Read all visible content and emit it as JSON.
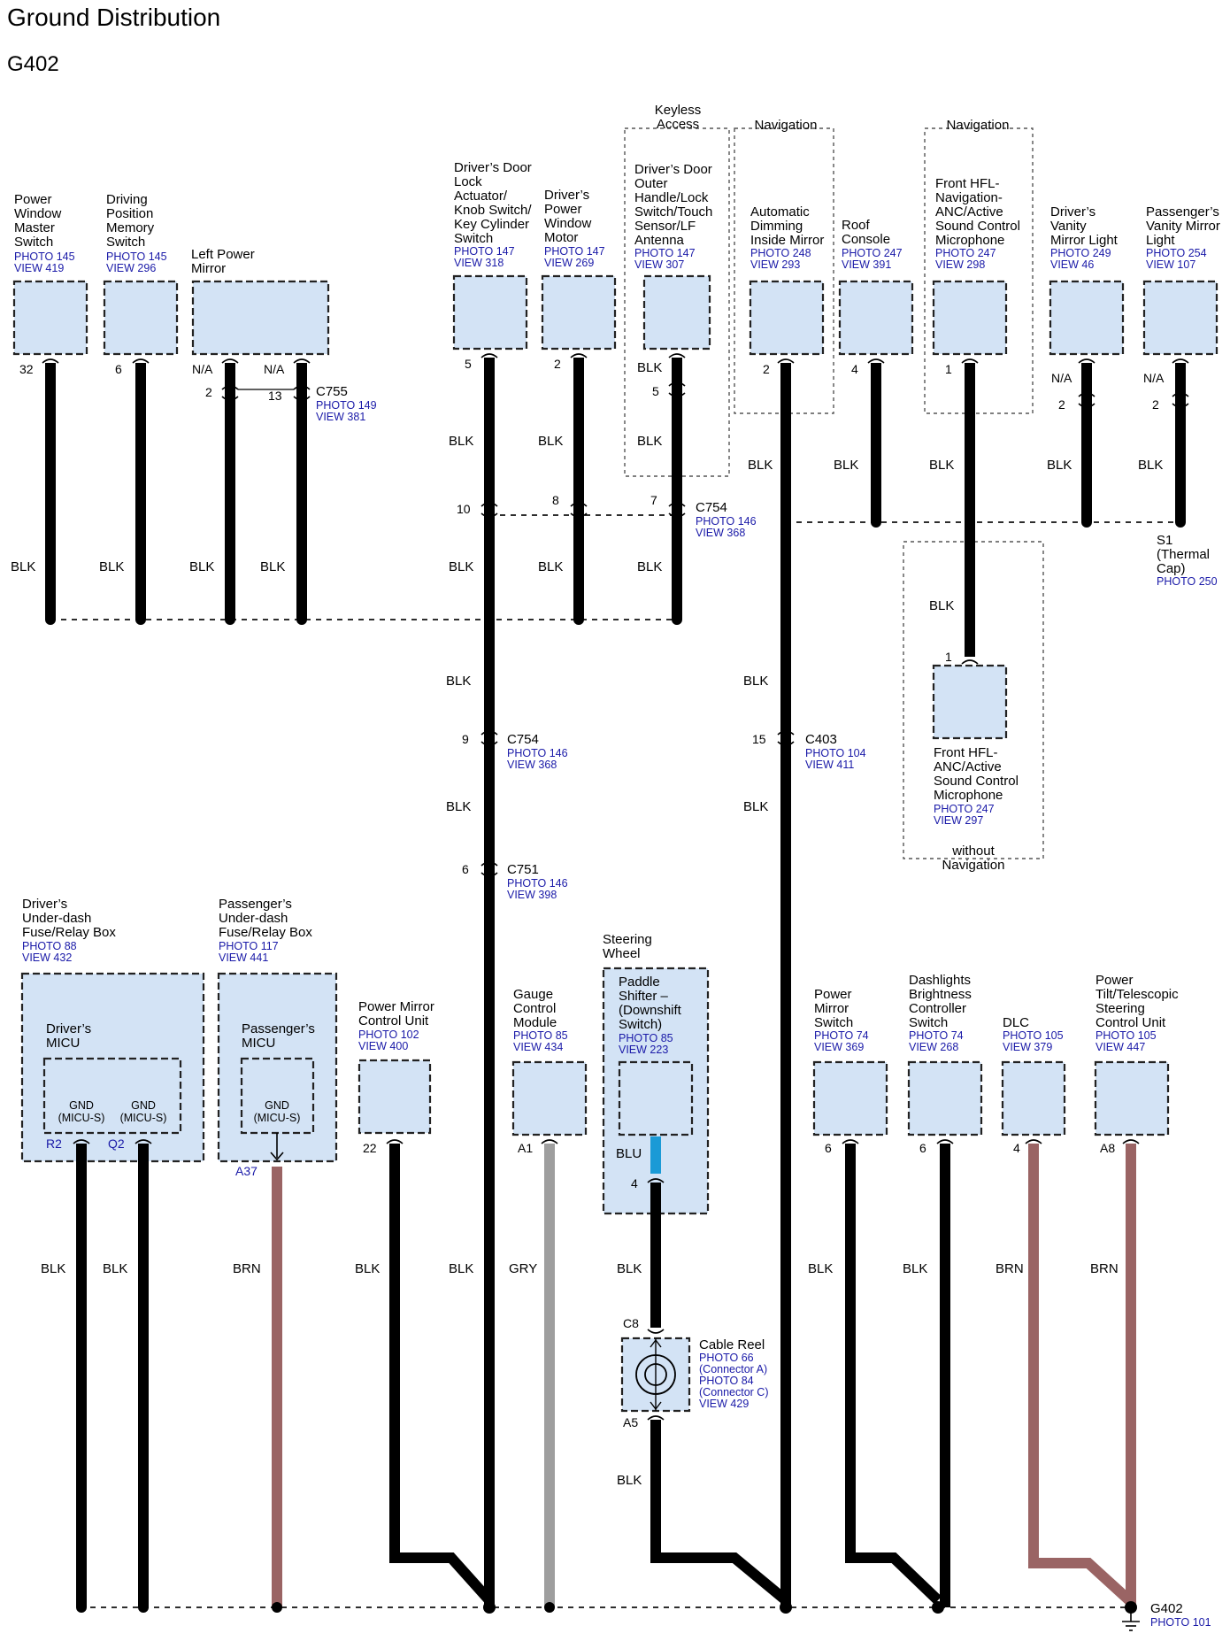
{
  "title": "Ground Distribution",
  "subtitle": "G402",
  "groups": {
    "keyless": "Keyless Access",
    "nav1": "Navigation",
    "nav2": "Navigation",
    "without_nav": "without Navigation"
  },
  "components": {
    "pwms": {
      "name": "Power Window Master Switch",
      "photo": "PHOTO 145",
      "view": "VIEW 419",
      "pin": "32",
      "wire": "BLK"
    },
    "dpms": {
      "name": "Driving Position Memory Switch",
      "photo": "PHOTO 145",
      "view": "VIEW 296",
      "pin": "6",
      "wire": "BLK"
    },
    "lpm": {
      "name": "Left Power Mirror",
      "pin_a": "N/A",
      "pin_b": "N/A",
      "wire_a": "BLK",
      "wire_b": "BLK"
    },
    "ddl": {
      "name": "Driver’s Door Lock Actuator/ Knob Switch/ Key Cylinder Switch",
      "photo": "PHOTO 147",
      "view": "VIEW 318",
      "pin": "5",
      "wire_top": "BLK",
      "wire_mid": "BLK"
    },
    "dpwm": {
      "name": "Driver’s Power Window Motor",
      "photo": "PHOTO 147",
      "view": "VIEW 269",
      "pin": "2",
      "wire_top": "BLK",
      "wire_mid": "BLK"
    },
    "ddoh": {
      "name": "Driver’s Door Outer Handle/Lock Switch/Touch Sensor/LF Antenna",
      "photo": "PHOTO 147",
      "view": "VIEW 307",
      "pin": "BLK",
      "wire_top": "BLK",
      "wire_mid": "BLK"
    },
    "adim": {
      "name": "Automatic Dimming Inside Mirror",
      "photo": "PHOTO 248",
      "view": "VIEW 293",
      "pin": "2",
      "wire": "BLK"
    },
    "roof": {
      "name": "Roof Console",
      "photo": "PHOTO 247",
      "view": "VIEW 391",
      "pin": "4",
      "wire": "BLK"
    },
    "hfl_nav": {
      "name": "Front HFL- Navigation- ANC/Active Sound Control Microphone",
      "photo": "PHOTO 247",
      "view": "VIEW 298",
      "pin": "1",
      "wire": "BLK"
    },
    "dvml": {
      "name": "Driver’s Vanity Mirror Light",
      "photo": "PHOTO 249",
      "view": "VIEW 46",
      "pin_na": "N/A",
      "pin": "2",
      "wire": "BLK"
    },
    "pvml": {
      "name": "Passenger’s Vanity Mirror Light",
      "photo": "PHOTO 254",
      "view": "VIEW 107",
      "pin_na": "N/A",
      "pin": "2",
      "wire": "BLK"
    },
    "hfl": {
      "name": "Front HFL- ANC/Active Sound Control Microphone",
      "photo": "PHOTO 247",
      "view": "VIEW 297",
      "pin": "1",
      "wire": "BLK"
    },
    "dufb": {
      "name": "Driver’s Under-dash Fuse/Relay Box",
      "photo": "PHOTO 88",
      "view": "VIEW 432",
      "micu": "Driver’s MICU",
      "gnd": "GND (MICU-S)",
      "pin_a": "R2",
      "pin_b": "Q2",
      "wire_a": "BLK",
      "wire_b": "BLK"
    },
    "pufb": {
      "name": "Passenger’s Under-dash Fuse/Relay Box",
      "photo": "PHOTO 117",
      "view": "VIEW 441",
      "micu": "Passenger’s MICU",
      "gnd": "GND (MICU-S)",
      "pin": "A37",
      "wire": "BRN"
    },
    "pmcu": {
      "name": "Power Mirror Control Unit",
      "photo": "PHOTO 102",
      "view": "VIEW 400",
      "pin": "22",
      "wire": "BLK"
    },
    "gcm": {
      "name": "Gauge Control Module",
      "photo": "PHOTO 85",
      "view": "VIEW 434",
      "pin": "A1",
      "wire": "GRY"
    },
    "sw": {
      "name": "Steering Wheel",
      "sub": "Paddle Shifter – (Downshift Switch)",
      "photo": "PHOTO 85",
      "view": "VIEW 223",
      "wire_blu": "BLU",
      "pin": "4",
      "wire": "BLK",
      "wire2": "BLK"
    },
    "cable": {
      "name": "Cable Reel",
      "photo1": "PHOTO 66",
      "conn1": "(Connector A)",
      "photo2": "PHOTO 84",
      "conn2": "(Connector C)",
      "view": "VIEW 429",
      "pin_top": "C8",
      "pin_bot": "A5"
    },
    "pms": {
      "name": "Power Mirror Switch",
      "photo": "PHOTO 74",
      "view": "VIEW 369",
      "pin": "6",
      "wire": "BLK"
    },
    "dbcs": {
      "name": "Dashlights Brightness Controller Switch",
      "photo": "PHOTO 74",
      "view": "VIEW 268",
      "pin": "6",
      "wire": "BLK"
    },
    "dlc": {
      "name": "DLC",
      "photo": "PHOTO 105",
      "view": "VIEW 379",
      "pin": "4",
      "wire": "BRN"
    },
    "ptsc": {
      "name": "Power Tilt/Telescopic Steering Control Unit",
      "photo": "PHOTO 105",
      "view": "VIEW 447",
      "pin": "A8",
      "wire": "BRN"
    }
  },
  "connectors": {
    "c755": {
      "id": "C755",
      "photo": "PHOTO 149",
      "view": "VIEW 381",
      "pin_a": "2",
      "pin_b": "13"
    },
    "c754a": {
      "id": "C754",
      "photo": "PHOTO 146",
      "view": "VIEW 368",
      "pin_a": "10",
      "pin_b": "8",
      "pin_c": "7",
      "pin_d": "5"
    },
    "c754b": {
      "id": "C754",
      "photo": "PHOTO 146",
      "view": "VIEW 368",
      "pin": "9"
    },
    "c751": {
      "id": "C751",
      "photo": "PHOTO 146",
      "view": "VIEW 398",
      "pin": "6"
    },
    "c403": {
      "id": "C403",
      "photo": "PHOTO 104",
      "view": "VIEW 411",
      "pin": "15"
    },
    "s1": {
      "id": "S1",
      "desc": "(Thermal Cap)",
      "photo": "PHOTO 250"
    },
    "g402": {
      "id": "G402",
      "photo": "PHOTO 101"
    }
  },
  "wires": {
    "main_a": "BLK",
    "main_b": "BLK",
    "main_c": "BLK",
    "main_d": "BLK",
    "nav_a": "BLK",
    "nav_b": "BLK",
    "nav_c": "BLK",
    "hfl_drop": "BLK",
    "bottom_main": "BLK"
  }
}
